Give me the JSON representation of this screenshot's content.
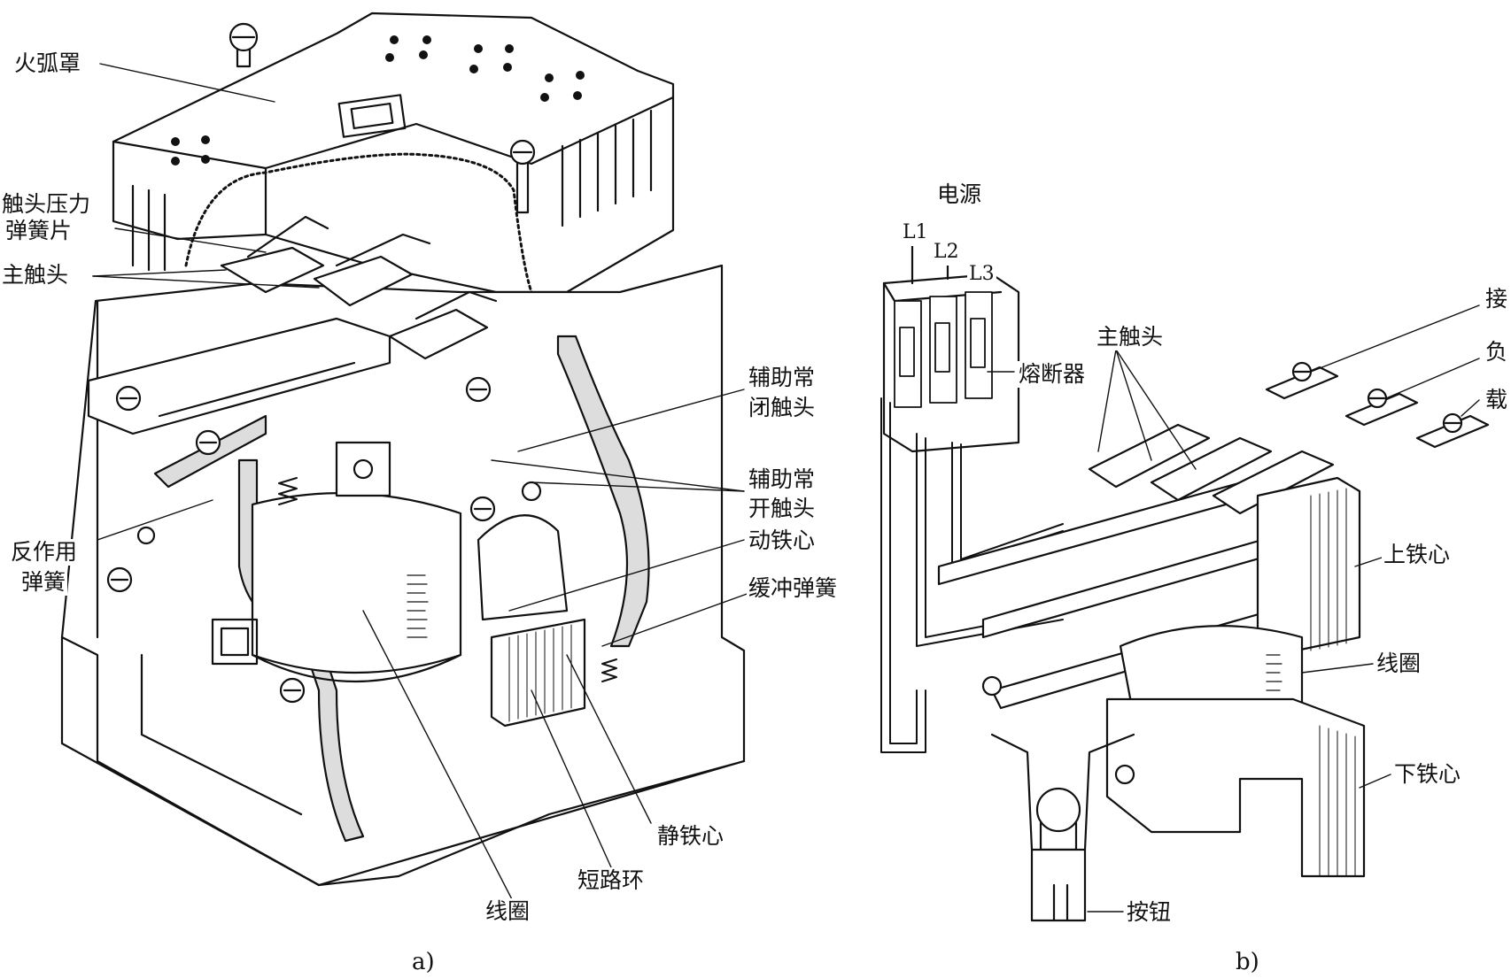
{
  "panel_a": {
    "caption": "a)",
    "labels": {
      "arc_chute": "火弧罩",
      "contact_pressure_spring_1": "触头压力",
      "contact_pressure_spring_2": "弹簧片",
      "main_contacts": "主触头",
      "aux_nc_1": "辅助常",
      "aux_nc_2": "闭触头",
      "aux_no_1": "辅助常",
      "aux_no_2": "开触头",
      "moving_core": "动铁心",
      "reaction_spring_1": "反作用",
      "reaction_spring_2": "弹簧",
      "buffer_spring": "缓冲弹簧",
      "static_core": "静铁心",
      "shading_ring": "短路环",
      "coil": "线圈"
    }
  },
  "panel_b": {
    "caption": "b)",
    "labels": {
      "power": "电源",
      "l1": "L1",
      "l2": "L2",
      "l3": "L3",
      "fuse": "熔断器",
      "main_contacts": "主触头",
      "load_1": "接",
      "load_2": "负",
      "load_3": "载",
      "upper_core": "上铁心",
      "coil": "线圈",
      "lower_core": "下铁心",
      "button": "按钮"
    }
  }
}
